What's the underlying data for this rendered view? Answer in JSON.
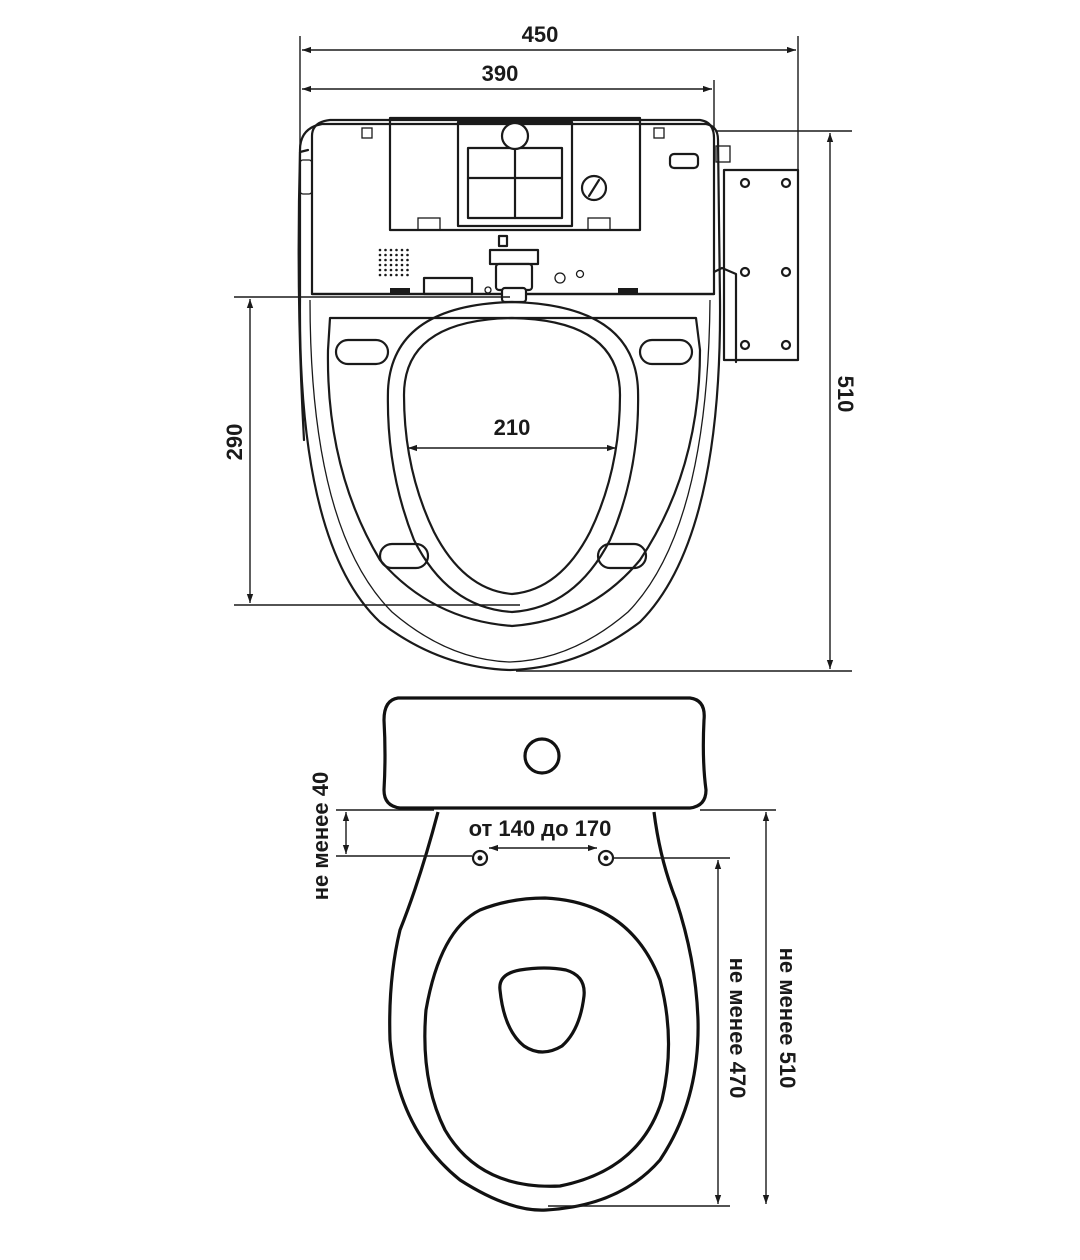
{
  "top_view": {
    "dim_overall_width": "450",
    "dim_body_width": "390",
    "dim_opening_width": "210",
    "dim_opening_length": "290",
    "dim_overall_length": "510"
  },
  "bottom_view": {
    "dim_hole_offset": "не менее 40",
    "dim_hole_spacing": "от 140 до 170",
    "dim_bowl_to_front": "не менее 470",
    "dim_total_length": "не менее 510"
  }
}
